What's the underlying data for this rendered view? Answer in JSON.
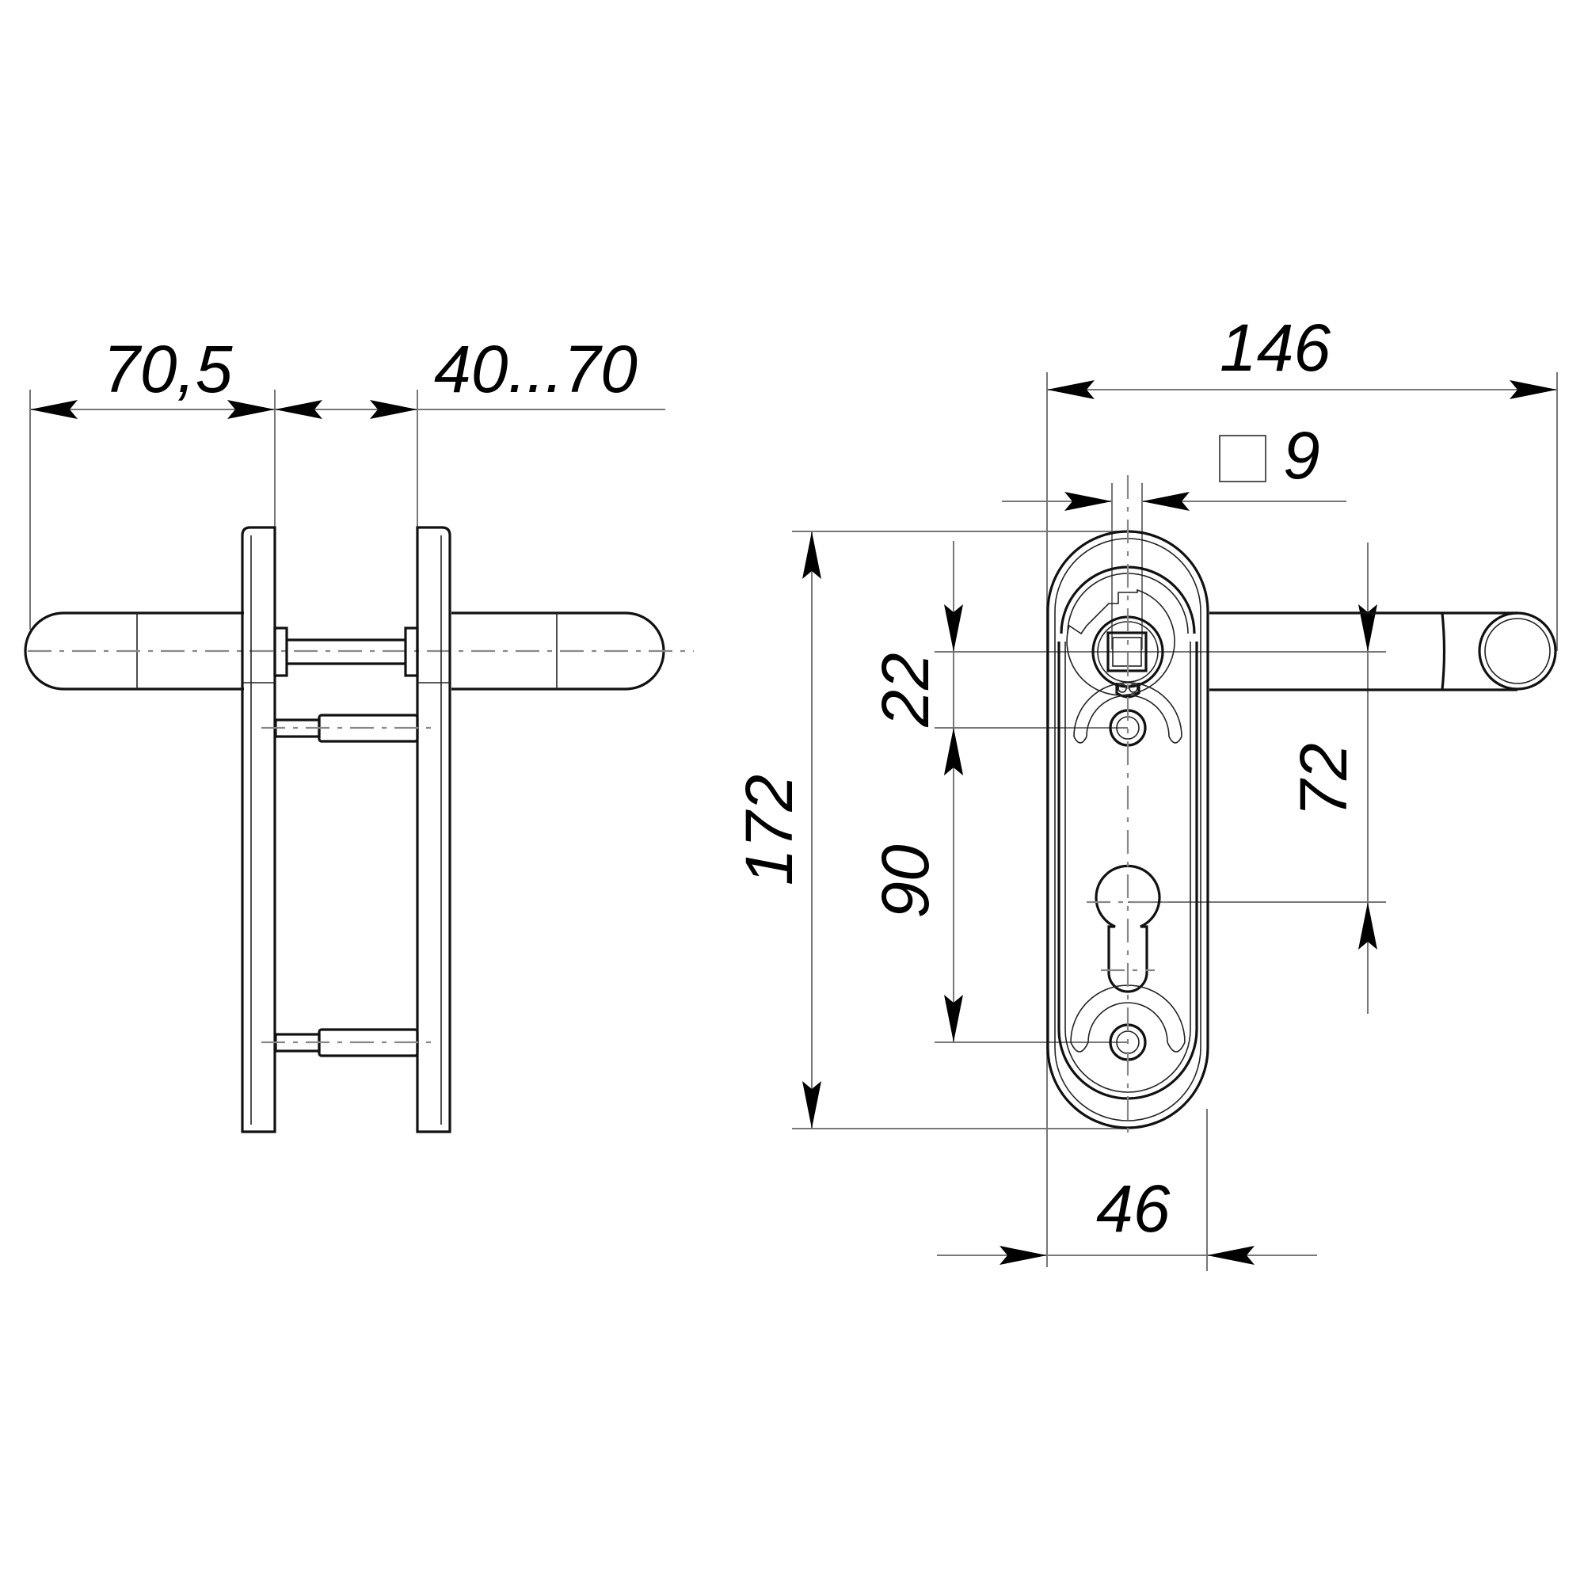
{
  "drawing": {
    "subject": "Door handle set on plates",
    "views": [
      "side-view",
      "front-view"
    ]
  },
  "dimensions": {
    "lever_projection": "70,5",
    "door_thickness_range": "40...70",
    "overall_width": "146",
    "spindle_square": "9",
    "plate_height": "172",
    "spindle_to_screw": "22",
    "screw_spacing": "90",
    "backset_distance": "72",
    "plate_width": "46"
  }
}
